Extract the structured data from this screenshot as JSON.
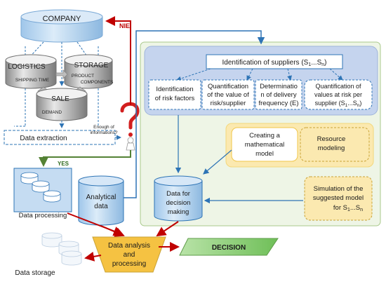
{
  "company": {
    "label": "COMPANY"
  },
  "logistics": {
    "label": "LOGISTICS",
    "sublabel": "SHIPPING TIME"
  },
  "storage": {
    "label": "STORAGE",
    "sublabel_line1": "PRODUCT",
    "sublabel_line2": "COMPONENTS"
  },
  "sale": {
    "label": "SALE",
    "sublabel": "DEMAND"
  },
  "nie_label": "NIE",
  "yes_label": "YES",
  "data_extraction": {
    "label": "Data extraction"
  },
  "enough_info": {
    "line1": "Enough of",
    "line2": "informations?"
  },
  "data_processing": {
    "label": "Data processing"
  },
  "analytical_data": {
    "line1": "Analytical",
    "line2": "data"
  },
  "data_storage": {
    "label": "Data storage"
  },
  "data_analysis": {
    "line1": "Data analysis",
    "line2": "and",
    "line3": "processing"
  },
  "decision": {
    "label": "DECISION"
  },
  "suppliers": {
    "label": "Identification of suppliers (S",
    "sub1": "1",
    "mid": "...S",
    "subn": "n",
    "end": ")"
  },
  "risk_factors": {
    "line1": "Identification",
    "line2": "of risk factors"
  },
  "quantification_value": {
    "line1": "Quantification",
    "line2": "of the value of",
    "line3": "risk/supplier"
  },
  "delivery_frequency": {
    "line1": "Determinatio",
    "line2": "n of delivery",
    "line3": "frequency (E)"
  },
  "values_at_risk": {
    "line1": "Quantification of",
    "line2": "values at risk per",
    "line3": "supplier (S",
    "sub1": "1",
    "mid": "...S",
    "subn": "n",
    "end": ")"
  },
  "math_model": {
    "line1": "Creating a",
    "line2": "mathematical",
    "line3": "model"
  },
  "resource_modeling": {
    "line1": "Resource",
    "line2": "modeling"
  },
  "decision_data": {
    "line1": "Data for",
    "line2": "decision",
    "line3": "making"
  },
  "simulation": {
    "line1": "Simulation of the",
    "line2": "suggested model",
    "line3": "for S",
    "sub1": "1",
    "mid": "...S",
    "subn": "n"
  },
  "colors": {
    "blue_line": "#2e74b5",
    "red_arrow": "#c00000",
    "green_arrow": "#548235",
    "dashed_blue": "#2e74b5",
    "decision_fill": "#8fd07a",
    "funnel_fill": "#f5c242",
    "panel_fill": "#eaf3e1",
    "inner_panel_fill": "#c9d6ee",
    "yellow_panel_fill": "#fbe7a8"
  }
}
